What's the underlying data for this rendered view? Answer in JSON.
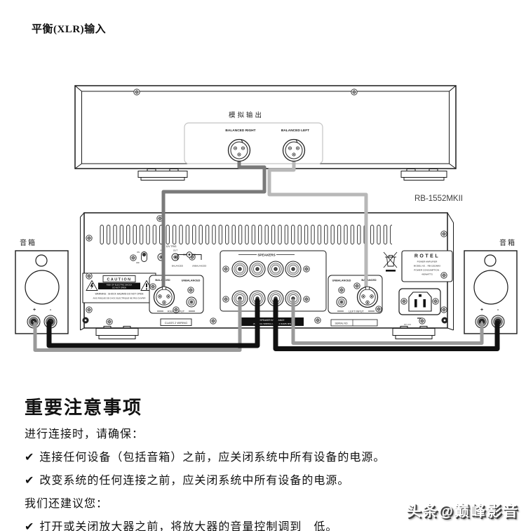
{
  "page": {
    "title": "平衡(XLR)输入",
    "watermark": "头条@巅峰影音"
  },
  "source": {
    "output_label": "模拟输出",
    "balanced_right": "BALANCED RIGHT",
    "balanced_left": "BALANCED LEFT"
  },
  "amp": {
    "model": "RB-1552MKII",
    "trig": "12V TRIG",
    "trig_in": "IN",
    "trig_out": "OUT",
    "sw_on": "ON",
    "sw_off": "OFF",
    "mode_balanced": "BALANCED",
    "mode_unbalanced": "UNBALANCED",
    "caution_title": "CAUTION",
    "caution_risk1": "RISK OF ELECTRIC SHOCK",
    "caution_risk2": "DO NOT OPEN",
    "caution_warn_en": "WARNING : SHOCK HAZARD-DO NOT OPEN",
    "caution_warn_fr": "AVIS RISQUE DE CHOC ELECTRIQUE NE PAS OUVRIR",
    "speakers_label": "SPEAKERS",
    "post_plus": "+",
    "post_minus": "-",
    "right_input": {
      "balanced": "BALANCED",
      "unbalanced": "UNBALANCED",
      "label": "RIGHT INPUT"
    },
    "left_input": {
      "unbalanced": "UNBALANCED",
      "balanced": "BALANCED",
      "label": "LEFT INPUT"
    },
    "impedance1": "SPEAKER IMPEDANCE",
    "impedance2": "(NORMAL WIRING) LOAD 4 OHMS MIN",
    "class2": "CLASS 2 WIRING",
    "serial": "SERIAL NO.",
    "part_no": "RP-043",
    "plate": {
      "brand": "ROTEL",
      "l1": "POWER AMPLIFIER",
      "l2": "MODEL NO. : RB-1552MKII",
      "l3": "POWER CONSUMPTION :",
      "l4": "400WATTS"
    }
  },
  "speaker": {
    "label": "音箱",
    "plus": "+",
    "minus": "-"
  },
  "notes": {
    "heading": "重要注意事项",
    "intro1": "进行连接时，请确保：",
    "check": "✔",
    "bullet1": "连接任何设备（包括音箱）之前，应关闭系统中所有设备的电源。",
    "bullet2": "改变系统的任何连接之前，应关闭系统中所有设备的电源。",
    "intro2": "我们还建议您：",
    "bullet3": "打开或关闭放大器之前，将放大器的音量控制调到　低。"
  }
}
